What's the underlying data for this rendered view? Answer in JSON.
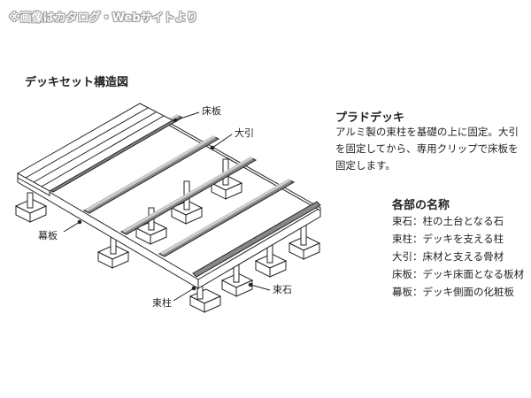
{
  "watermark": "※画像はカタログ・Webサイトより",
  "diagram": {
    "title": "デッキセット構造図",
    "labels": {
      "floorboard": "床板",
      "beam": "大引",
      "fascia": "幕板",
      "post": "束柱",
      "footing": "束石"
    }
  },
  "product": {
    "title": "プラドデッキ",
    "description": "アルミ製の束柱を基礎の上に固定。大引を固定してから、専用クリップで床板を固定します。"
  },
  "parts": {
    "title": "各部の名称",
    "items": [
      "束石：柱の土台となる石",
      "束柱：デッキを支える柱",
      "大引：床材と支える骨材",
      "床板：デッキ床面となる板材",
      "幕板：デッキ側面の化粧板"
    ]
  }
}
